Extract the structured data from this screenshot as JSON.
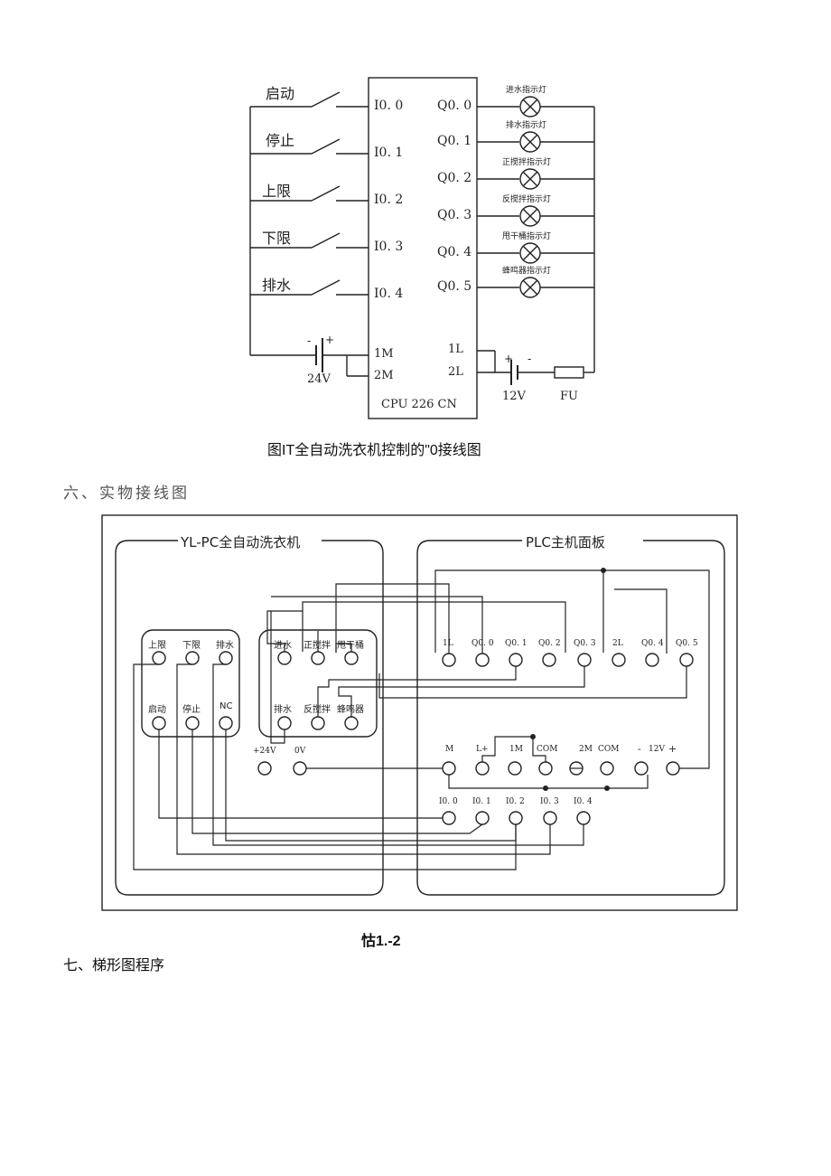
{
  "figure1": {
    "inputs": [
      {
        "label": "启动",
        "terminal": "I0. 0"
      },
      {
        "label": "停止",
        "terminal": "I0. 1"
      },
      {
        "label": "上限",
        "terminal": "I0. 2"
      },
      {
        "label": "下限",
        "terminal": "I0. 3"
      },
      {
        "label": "排水",
        "terminal": "I0. 4"
      }
    ],
    "outputs": [
      {
        "terminal": "Q0. 0",
        "lamp": "进水指示灯"
      },
      {
        "terminal": "Q0. 1",
        "lamp": "排水指示灯"
      },
      {
        "terminal": "Q0. 2",
        "lamp": "正搅拌指示灯"
      },
      {
        "terminal": "Q0. 3",
        "lamp": "反搅拌指示灯"
      },
      {
        "terminal": "Q0. 4",
        "lamp": "甩干桶指示灯"
      },
      {
        "terminal": "Q0. 5",
        "lamp": "蜂鸣器指示灯"
      }
    ],
    "m1": "1M",
    "m2": "2M",
    "l1": "1L",
    "l2": "2L",
    "cpu": "CPU 226 CN",
    "v24": "24V",
    "v12": "12V",
    "fu": "FU",
    "plus": "+",
    "minus": "-",
    "caption": "图IT全自动洗衣机控制的\"0接线图"
  },
  "section6": "六、实物接线图",
  "figure2": {
    "washer_title": "YL-PC全自动洗衣机",
    "plc_title": "PLC主机面板",
    "box1_top": [
      "上限",
      "下限",
      "排水"
    ],
    "box1_bottom": [
      "启动",
      "停止",
      "NC"
    ],
    "box2_top": [
      "进水",
      "正搅拌",
      "甩干桶"
    ],
    "box2_bottom": [
      "排水",
      "反搅拌",
      "蜂鸣器"
    ],
    "power": [
      "+24V",
      "0V"
    ],
    "out_row": [
      "1L",
      "Q0. 0",
      "Q0. 1",
      "Q0. 2",
      "Q0. 3",
      "2L",
      "Q0. 4",
      "Q0. 5"
    ],
    "mid_row": [
      "M",
      "L+",
      "1M",
      "COM",
      "2M",
      "COM",
      "-",
      "12V",
      "+"
    ],
    "in_row": [
      "I0. 0",
      "I0. 1",
      "I0. 2",
      "I0. 3",
      "I0. 4"
    ],
    "caption": "怙1.-2"
  },
  "section7": "七、梯形图程序"
}
